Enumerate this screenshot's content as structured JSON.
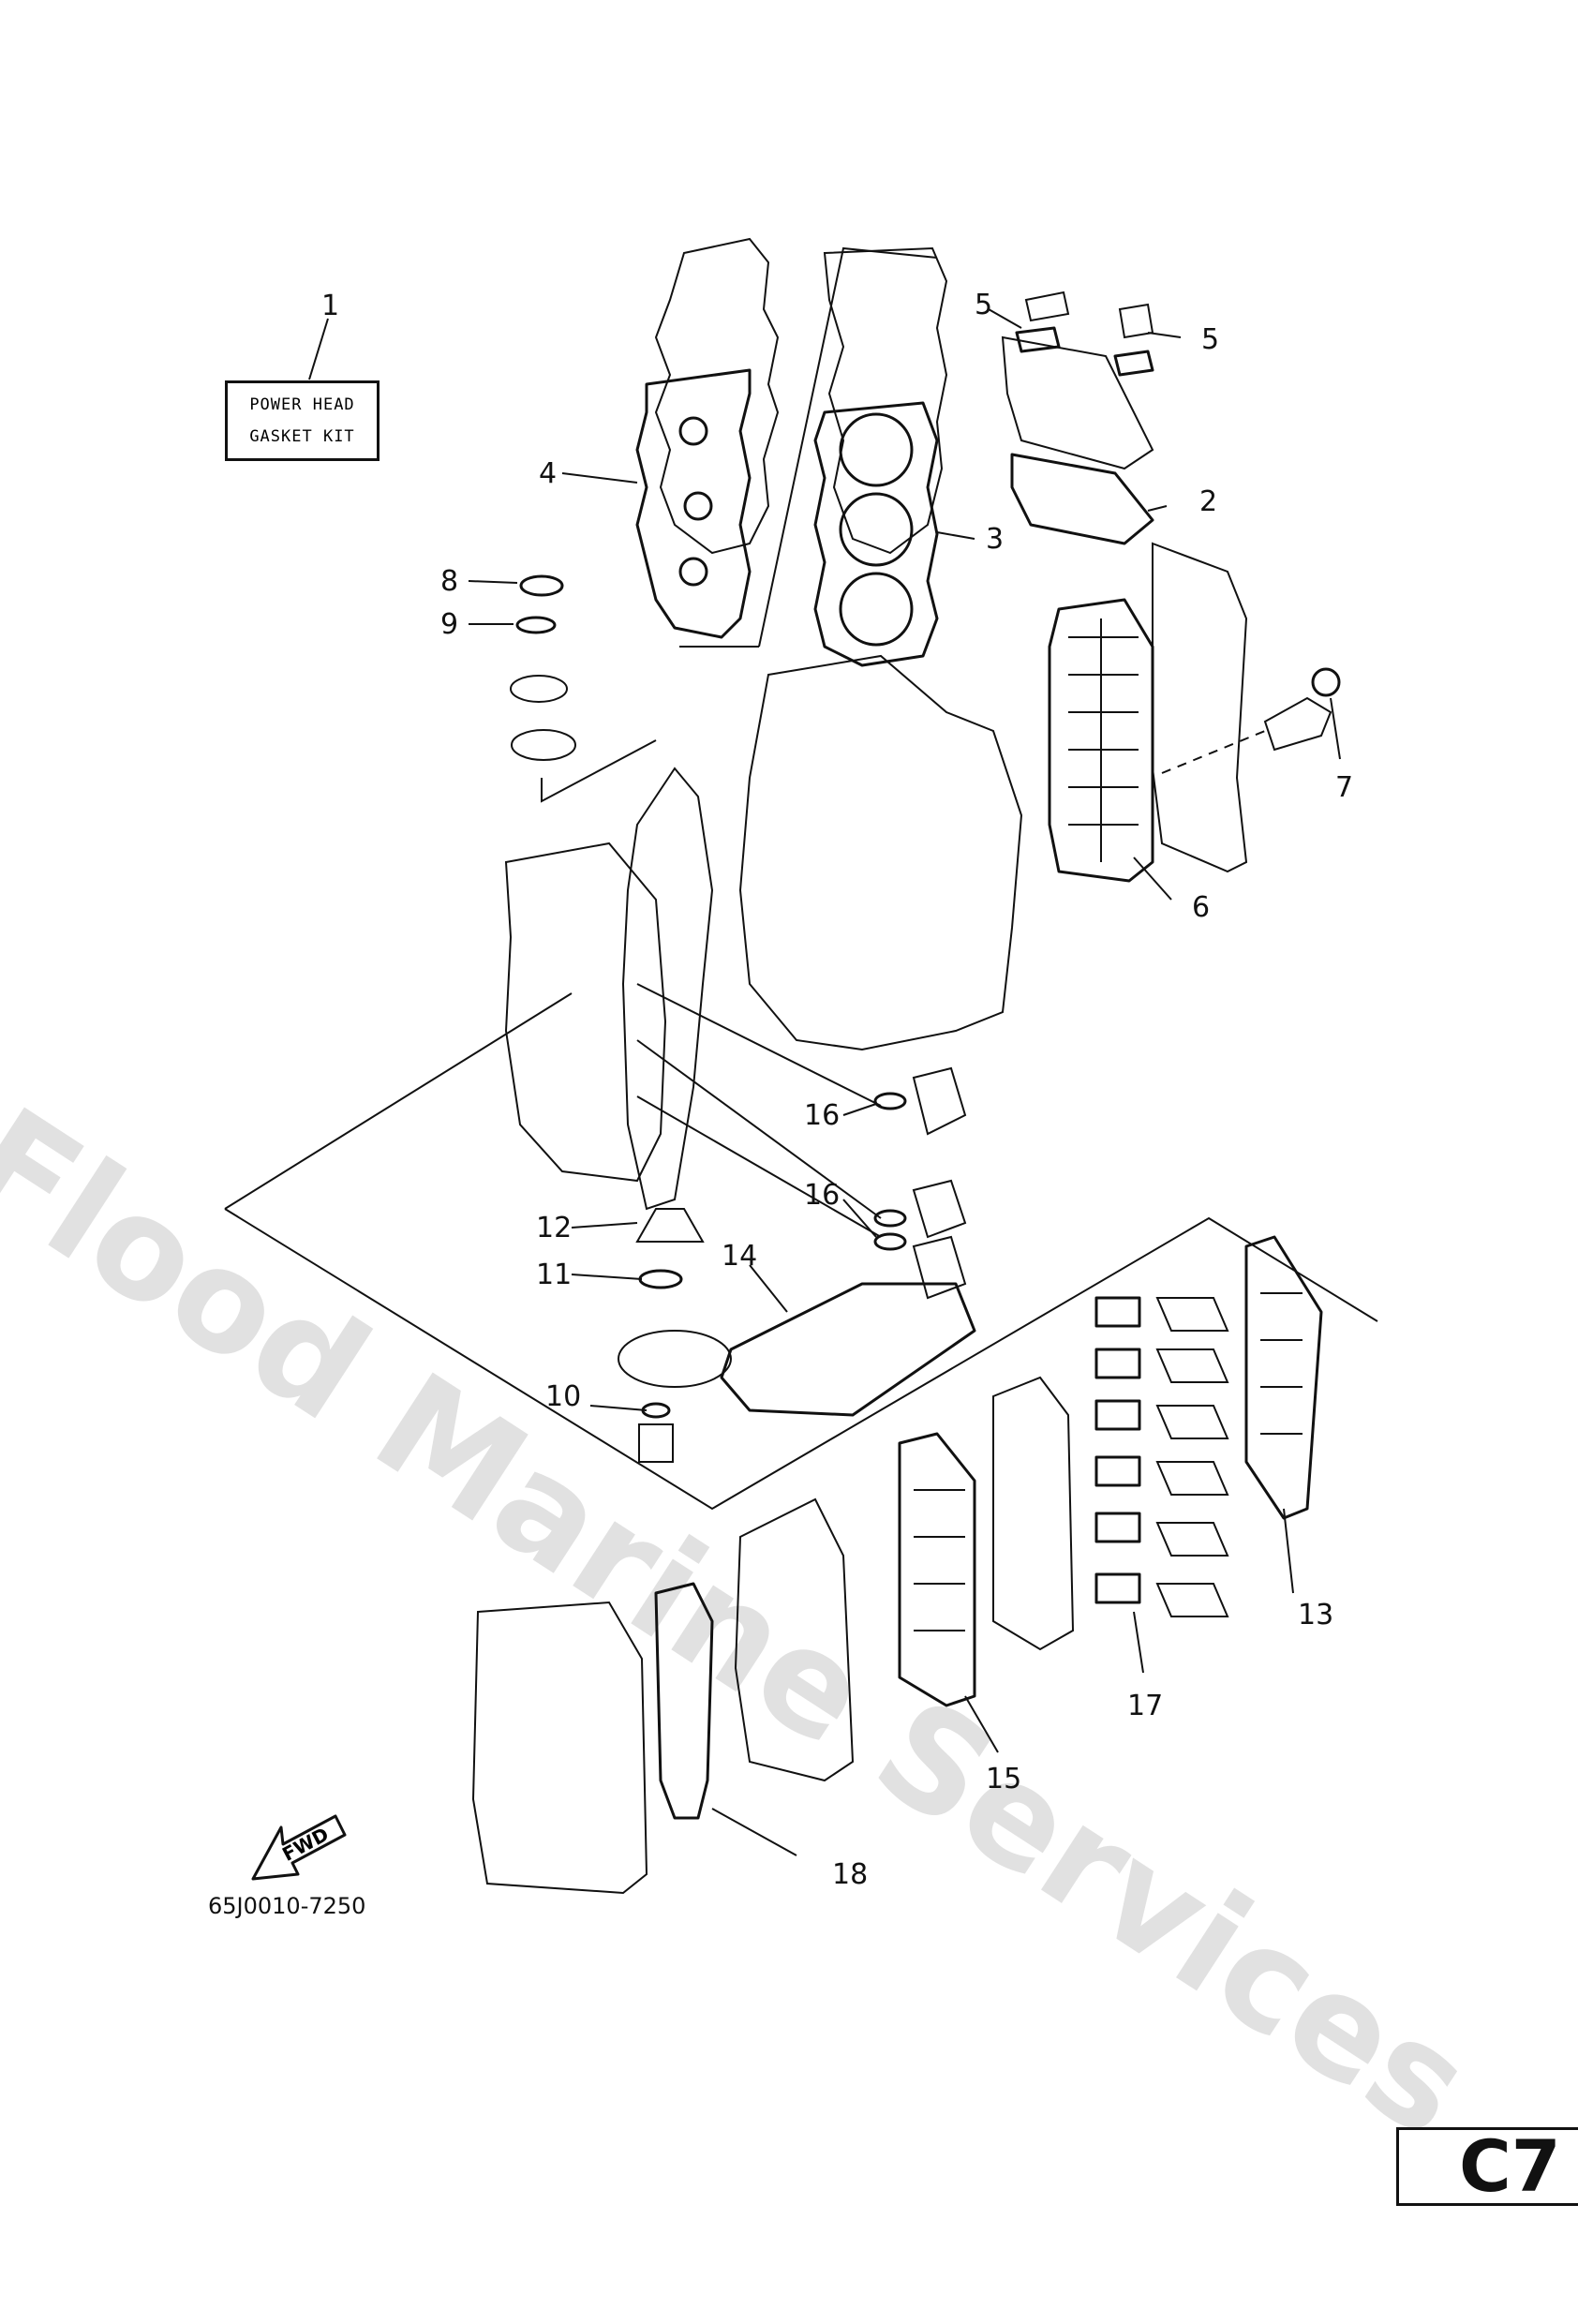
{
  "kit_label": {
    "line1": "POWER HEAD",
    "line2": "GASKET KIT"
  },
  "callouts": [
    "1",
    "2",
    "3",
    "4",
    "5",
    "5",
    "6",
    "7",
    "8",
    "9",
    "10",
    "11",
    "12",
    "13",
    "14",
    "15",
    "16",
    "16",
    "17",
    "18"
  ],
  "fwd_label": "FWD",
  "part_code": "65J0010-7250",
  "page_badge": "C7",
  "watermark": "Flood Marine Services"
}
